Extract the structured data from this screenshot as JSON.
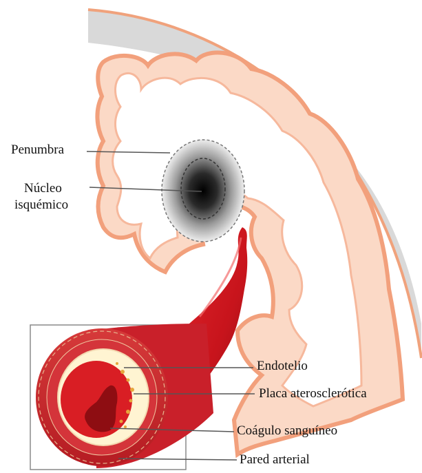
{
  "labels": {
    "penumbra": "Penumbra",
    "nucleo_line1": "Núcleo",
    "nucleo_line2": "isquémico",
    "endotelio": "Endotelio",
    "placa": "Placa aterosclerótica",
    "coagulo": "Coágulo sanguíneo",
    "pared": "Pared arterial"
  },
  "colors": {
    "skull": "#d9d9d9",
    "skull_outline": "#f0a27c",
    "cortex_fill": "#fbd9c6",
    "cortex_stroke": "#f2a07c",
    "white_matter": "#ffffff",
    "artery": "#c8141c",
    "artery_dark": "#8e0d12",
    "plaque": "#fff4d2",
    "leader_line": "#555555"
  }
}
